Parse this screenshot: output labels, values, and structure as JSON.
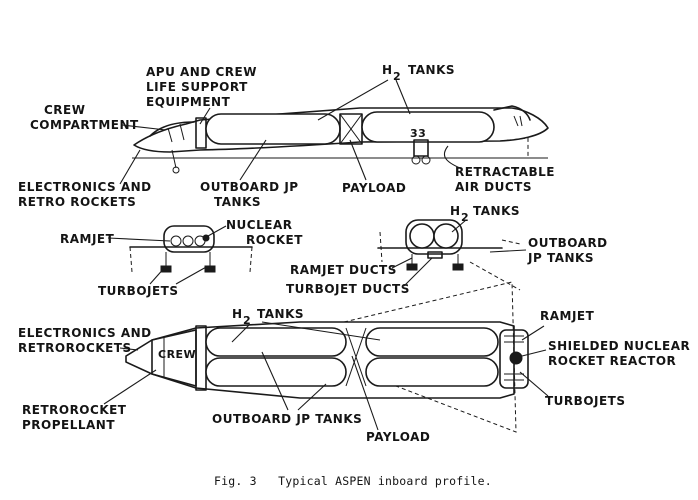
{
  "figure": {
    "caption": "Fig. 3   Typical ASPEN inboard profile."
  },
  "side_view": {
    "labels": {
      "apu_crew_line1": "APU AND CREW",
      "apu_crew_line2": "LIFE SUPPORT",
      "apu_crew_line3": "EQUIPMENT",
      "h2_tanks_prefix": "H",
      "h2_tanks_sub": "2",
      "h2_tanks_suffix": "TANKS",
      "crew_line1": "CREW",
      "crew_line2": "COMPARTMENT",
      "electronics_line1": "ELECTRONICS AND",
      "electronics_line2": "RETRO ROCKETS",
      "outboard_line1": "OUTBOARD JP",
      "outboard_line2": "TANKS",
      "payload": "PAYLOAD",
      "retractable_line1": "RETRACTABLE",
      "retractable_line2": "AIR DUCTS"
    }
  },
  "front_view_left": {
    "labels": {
      "nuclear_line1": "NUCLEAR",
      "nuclear_line2": "ROCKET",
      "ramjet": "RAMJET",
      "turbojets": "TURBOJETS"
    }
  },
  "front_view_right": {
    "labels": {
      "h2_tanks_prefix": "H",
      "h2_tanks_sub": "2",
      "h2_tanks_suffix": "TANKS",
      "outboard_line1": "OUTBOARD",
      "outboard_line2": "JP TANKS",
      "ramjet_ducts": "RAMJET DUCTS",
      "turbojet_ducts": "TURBOJET DUCTS"
    }
  },
  "plan_view": {
    "labels": {
      "h2_tanks_prefix": "H",
      "h2_tanks_sub": "2",
      "h2_tanks_suffix": "TANKS",
      "electronics_line1": "ELECTRONICS AND",
      "electronics_line2": "RETROROCKETS",
      "crew": "CREW",
      "ramjet": "RAMJET",
      "shielded_line1": "SHIELDED NUCLEAR",
      "shielded_line2": "ROCKET REACTOR",
      "turbojets": "TURBOJETS",
      "retrorocket_line1": "RETROROCKET",
      "retrorocket_line2": "PROPELLANT",
      "outboard_jp_tanks": "OUTBOARD JP TANKS",
      "payload": "PAYLOAD"
    }
  }
}
